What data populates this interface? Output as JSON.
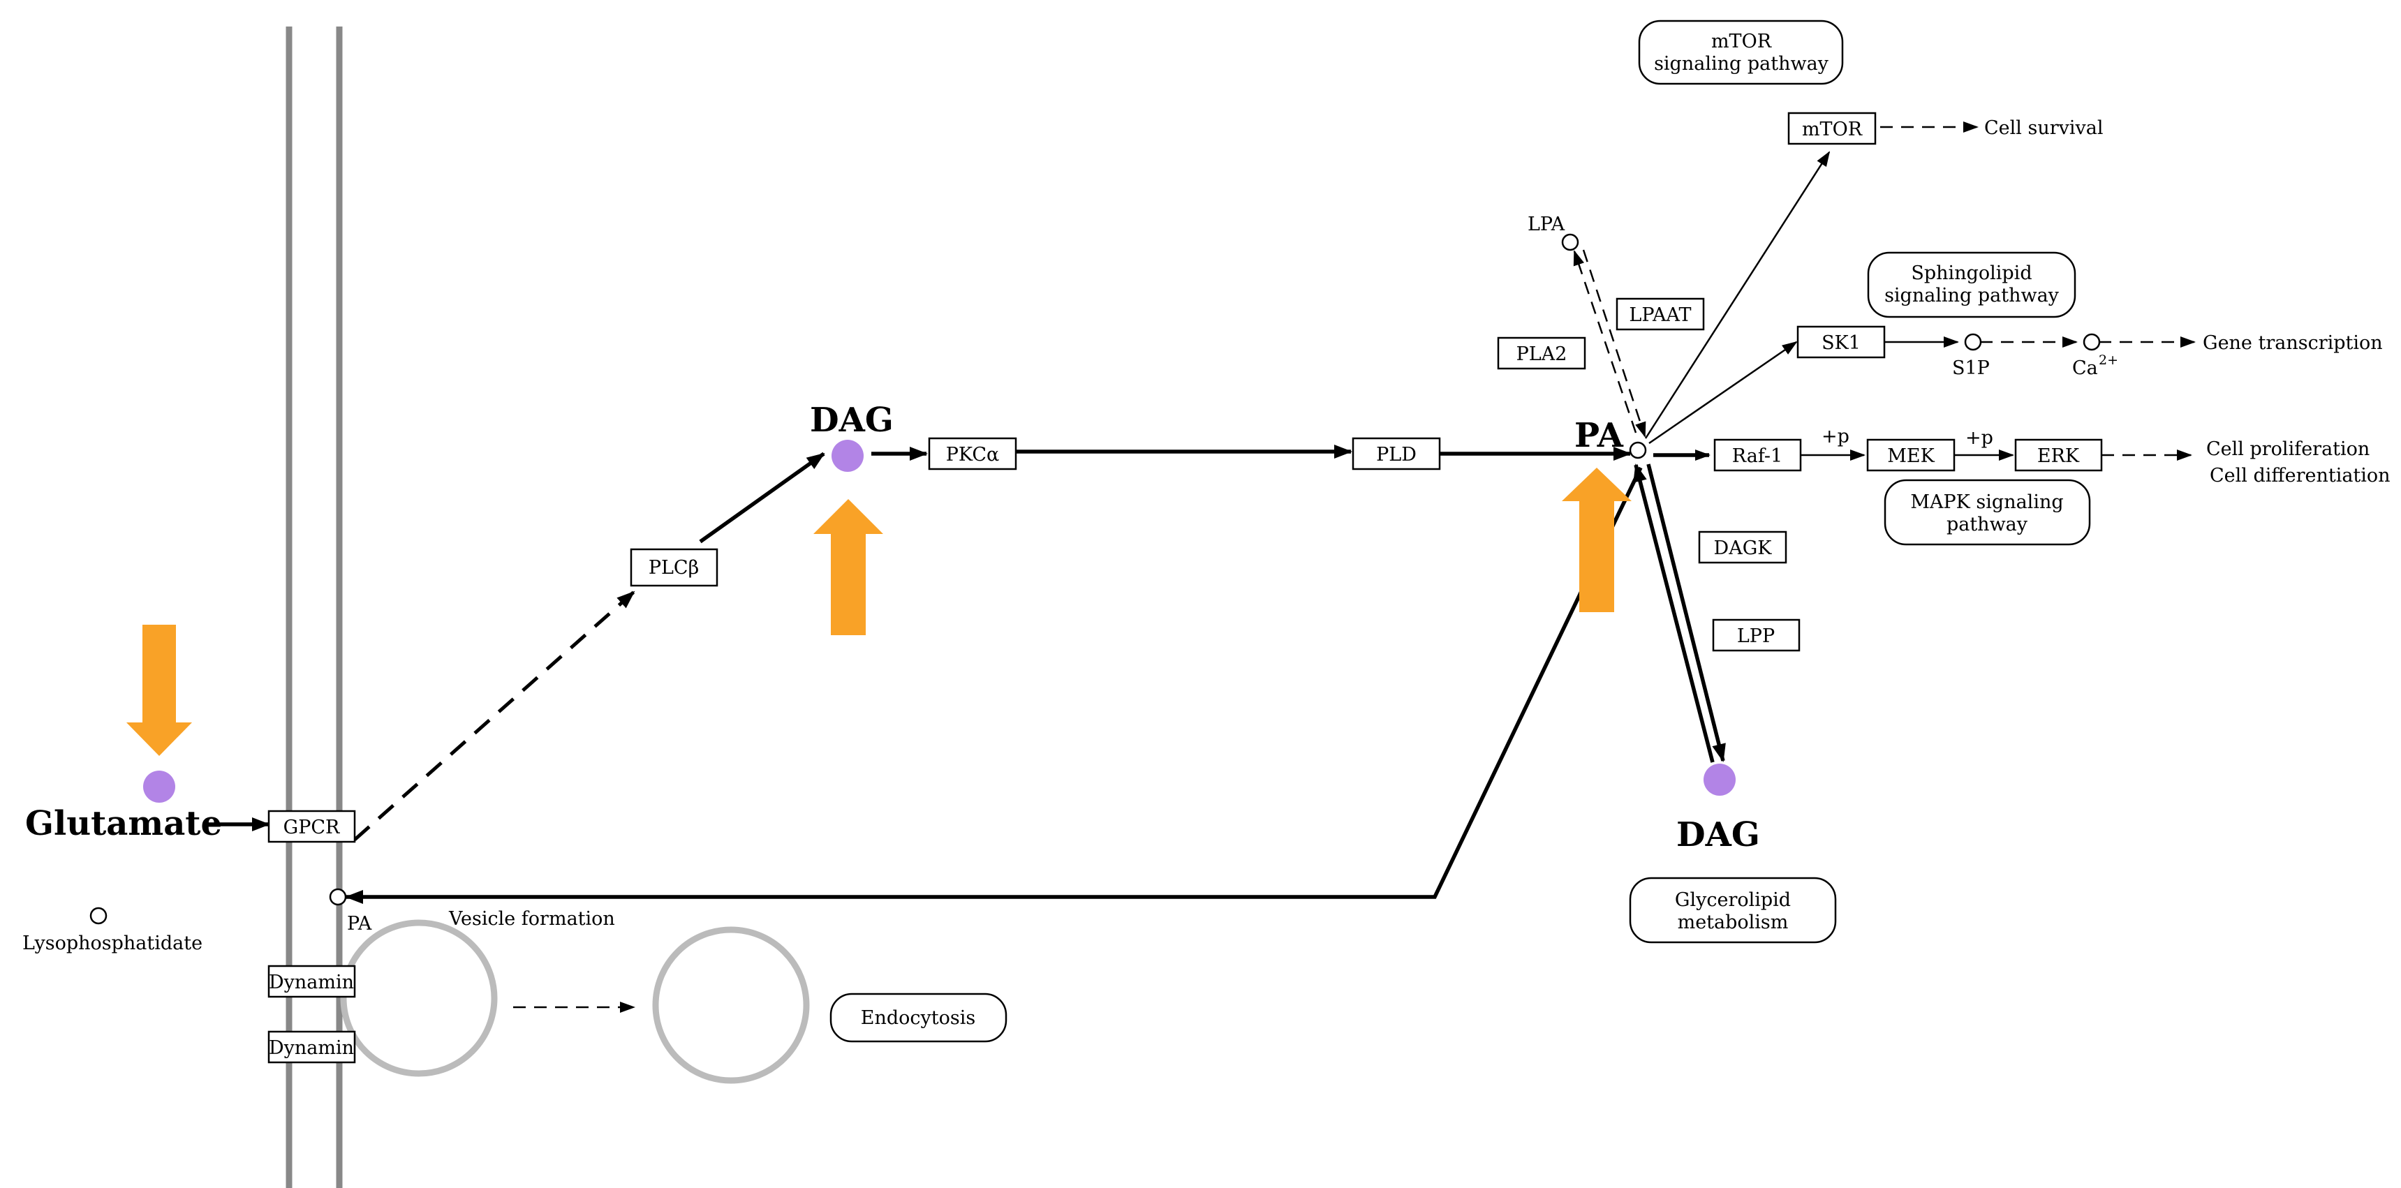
{
  "colors": {
    "highlight_arrow": "#F9A227",
    "highlighted_compound": "#B284E6",
    "membrane": "#888888",
    "vesicle": "#BBBBBB"
  },
  "labels": {
    "glutamate": "Glutamate",
    "lysophosphatidate": "Lysophosphatidate",
    "dag_top": "DAG",
    "dag_bottom": "DAG",
    "pa_main": "PA",
    "pa_small": "PA",
    "lpa": "LPA",
    "s1p": "S1P",
    "ca": "Ca",
    "ca_sup": "2+",
    "vesicle_formation": "Vesicle formation",
    "cell_survival": "Cell survival",
    "gene_transcription": "Gene transcription",
    "cell_proliferation": "Cell proliferation",
    "cell_differentiation": "Cell differentiation",
    "plus_p_1": "+p",
    "plus_p_2": "+p"
  },
  "genes": {
    "gpcr": "GPCR",
    "plcb": "PLCβ",
    "pkca": "PKCα",
    "pld": "PLD",
    "pla2": "PLA2",
    "lpaat": "LPAAT",
    "mtor": "mTOR",
    "sk1": "SK1",
    "raf1": "Raf-1",
    "mek": "MEK",
    "erk": "ERK",
    "dagk": "DAGK",
    "lpp": "LPP",
    "dynamin_1": "Dynamin",
    "dynamin_2": "Dynamin"
  },
  "maps": {
    "mtor_line1": "mTOR",
    "mtor_line2": "signaling pathway",
    "sphingo_line1": "Sphingolipid",
    "sphingo_line2": "signaling pathway",
    "mapk_line1": "MAPK signaling",
    "mapk_line2": "pathway",
    "glycero_line1": "Glycerolipid",
    "glycero_line2": "metabolism",
    "endocytosis": "Endocytosis"
  }
}
